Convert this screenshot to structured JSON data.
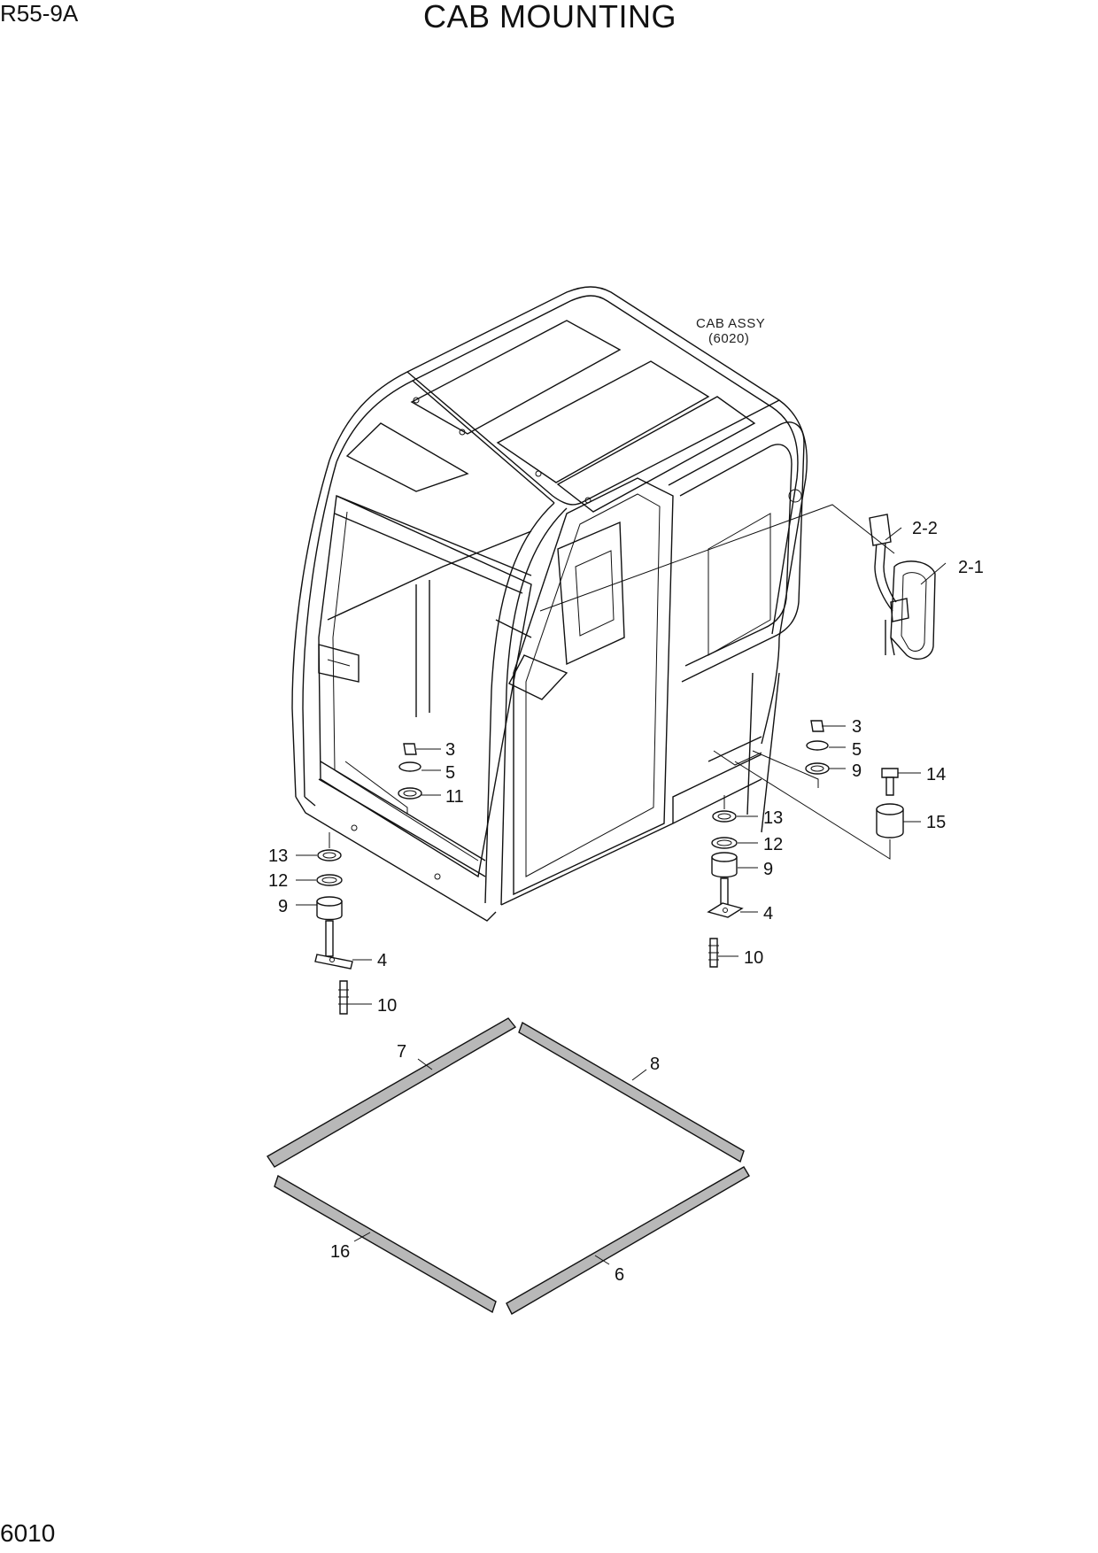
{
  "header": {
    "model": "R55-9A",
    "title": "CAB MOUNTING"
  },
  "footer": {
    "page_number": "6010"
  },
  "note": {
    "line1": "CAB ASSY",
    "line2": "(6020)"
  },
  "callouts": {
    "c2_2": "2-2",
    "c2_1": "2-1",
    "c3_a": "3",
    "c5_a": "5",
    "c11": "11",
    "c3_b": "3",
    "c5_b": "5",
    "c9_b": "9",
    "c14": "14",
    "c15": "15",
    "c13_l": "13",
    "c12_l": "12",
    "c9_l": "9",
    "c4_l": "4",
    "c10_l": "10",
    "c13_r": "13",
    "c12_r": "12",
    "c9_r": "9",
    "c4_r": "4",
    "c10_r": "10",
    "c7": "7",
    "c8": "8",
    "c16": "16",
    "c6": "6"
  }
}
